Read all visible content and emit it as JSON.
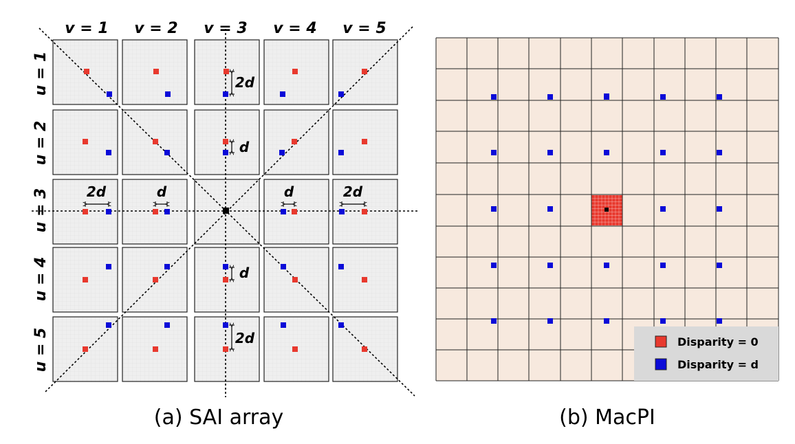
{
  "colors": {
    "red": "#e8392e",
    "blue": "#0a0ad8",
    "center": "#000000",
    "sai_bg": "#efefef",
    "sai_grid": "#dddddd",
    "macpi_bg": "#f7e9de",
    "legend_bg": "#d9d9d9"
  },
  "sai": {
    "col_headers": [
      "v = 1",
      "v = 2",
      "v = 3",
      "v = 4",
      "v = 5"
    ],
    "row_headers": [
      "u = 1",
      "u = 2",
      "u = 3",
      "u = 4",
      "u = 5"
    ],
    "disparity_labels": {
      "v_u1": "2d",
      "v_u2": "d",
      "v_u4": "d",
      "v_u5": "2d",
      "h_v1": "2d",
      "h_v2": "d",
      "h_v4": "d",
      "h_v5": "2d"
    },
    "caption": "(a) SAI array"
  },
  "macpi": {
    "caption": "(b) MacPI"
  },
  "legend": {
    "items": [
      {
        "label": "Disparity = 0",
        "color": "#e8392e"
      },
      {
        "label": "Disparity = d",
        "color": "#0a0ad8"
      }
    ]
  }
}
